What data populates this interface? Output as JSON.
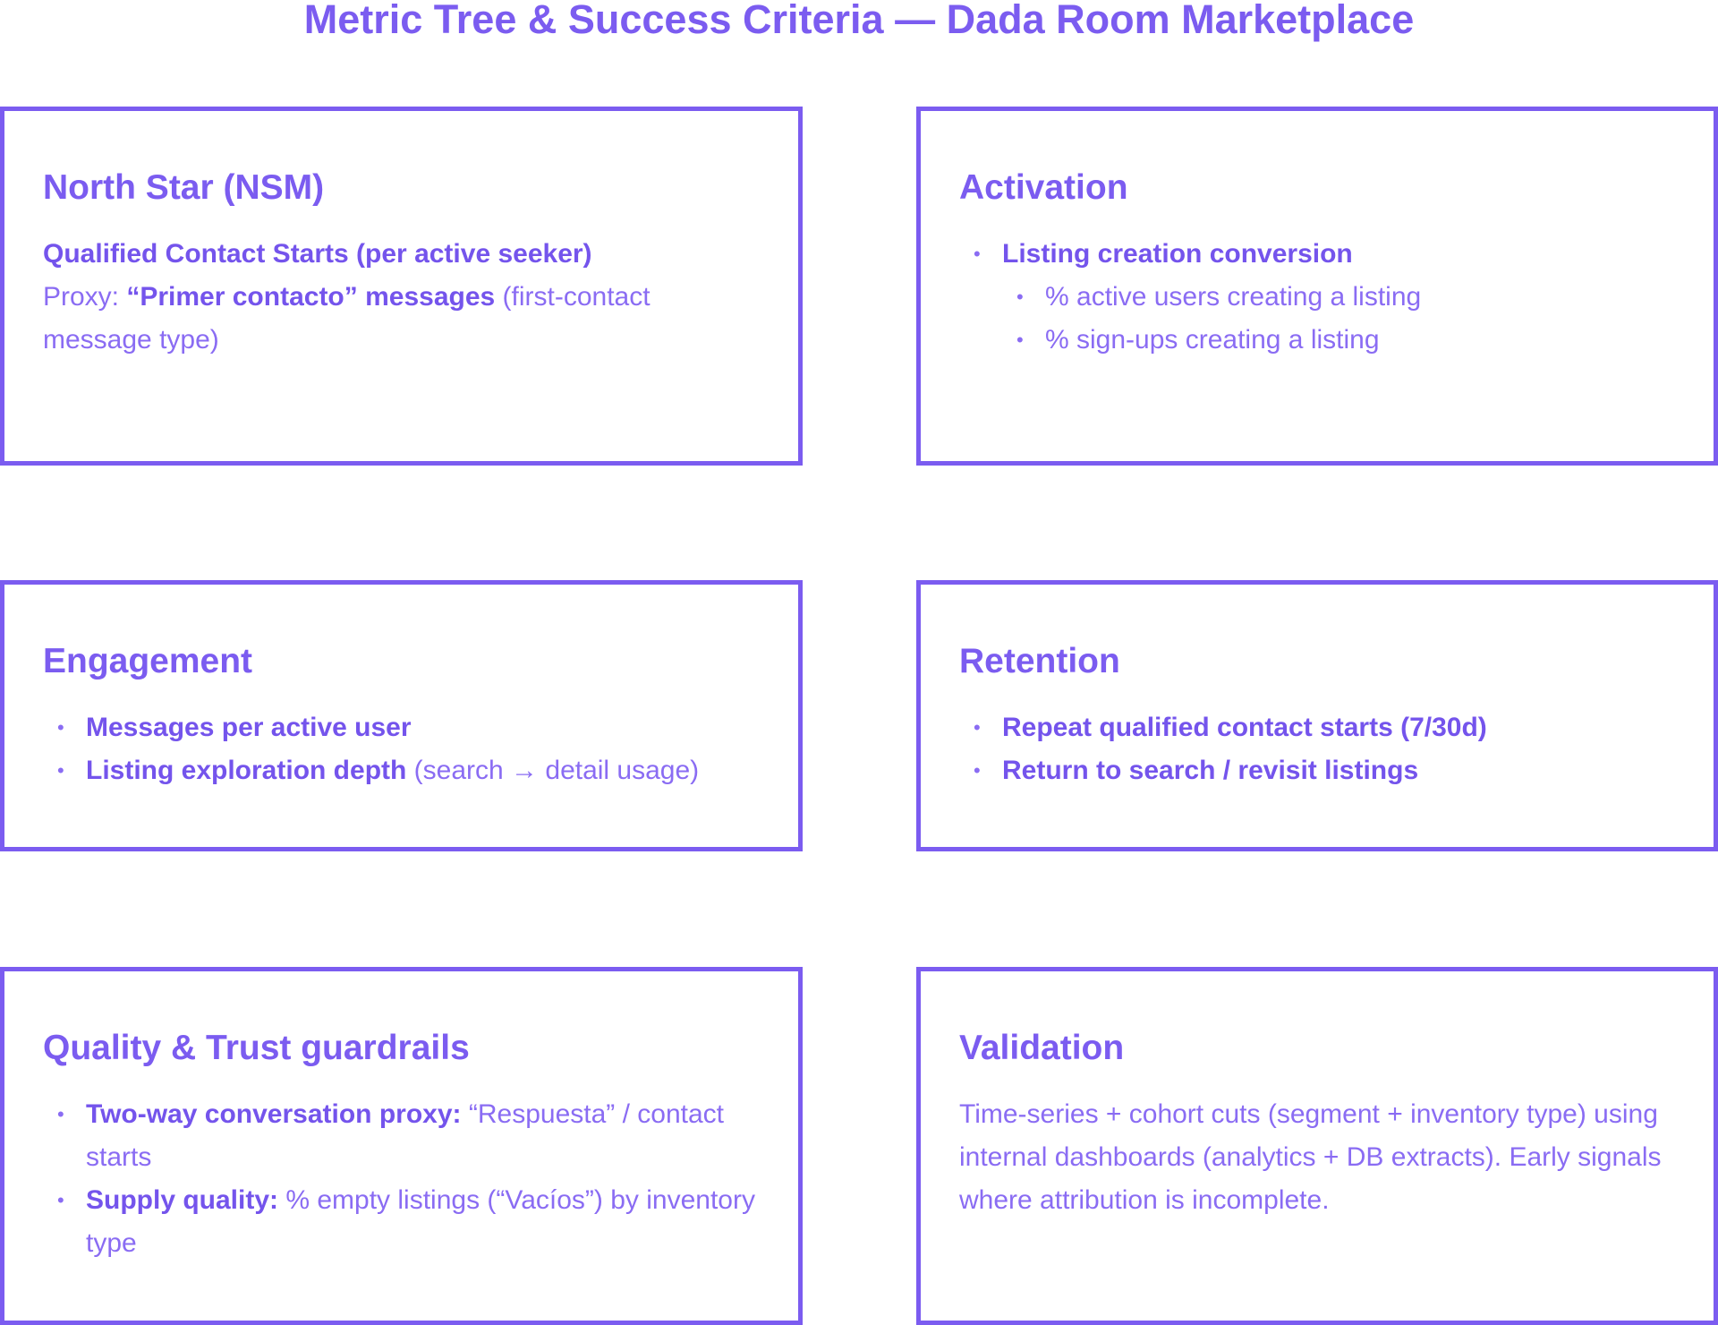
{
  "page": {
    "title": "Metric Tree & Success Criteria — Dada Room Marketplace"
  },
  "colors": {
    "accent": "#7b5cf0",
    "background": "#ffffff"
  },
  "north_star": {
    "title": "North Star (NSM)",
    "metric": "Qualified Contact Starts (per active seeker)",
    "proxy_prefix": "Proxy: ",
    "proxy_strong": "“Primer contacto” messages",
    "proxy_rest": " (first-contact message type)"
  },
  "activation": {
    "title": "Activation",
    "item": "Listing creation conversion",
    "subitems": [
      "% active users creating a listing",
      "% sign-ups creating a listing"
    ]
  },
  "engagement": {
    "title": "Engagement",
    "items": [
      {
        "strong": "Messages per active user",
        "rest": ""
      },
      {
        "strong": "Listing exploration depth",
        "rest": " (search → detail usage)"
      }
    ]
  },
  "retention": {
    "title": "Retention",
    "items": [
      "Repeat qualified contact starts (7/30d)",
      "Return to search / revisit listings"
    ]
  },
  "quality": {
    "title": "Quality & Trust guardrails",
    "items": [
      {
        "strong": "Two-way conversation proxy:",
        "rest": " “Respuesta” / contact starts"
      },
      {
        "strong": "Supply quality:",
        "rest": " % empty listings (“Vacíos”) by inventory type"
      }
    ]
  },
  "validation": {
    "title": "Validation",
    "text": "Time-series + cohort cuts (segment + inventory type) using internal dashboards (analytics + DB extracts). Early signals where attribution is incomplete."
  }
}
